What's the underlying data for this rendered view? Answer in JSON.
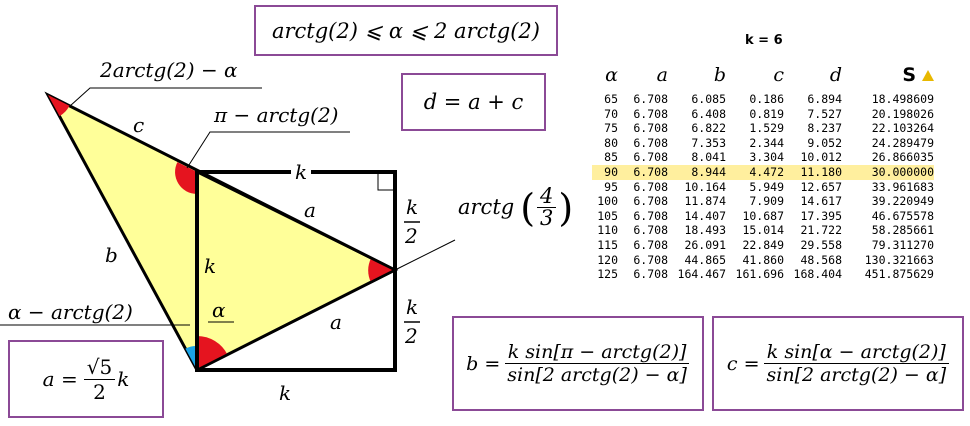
{
  "boxes": {
    "range": "arctg(2) ⩽ α ⩽ 2 arctg(2)",
    "d_eq": "d = a + c",
    "a_prefix": "a =",
    "a_num": "√5",
    "a_den": "2",
    "a_suffix": "k",
    "b_lhs": "b =",
    "b_num": "k sin[π − arctg(2)]",
    "b_den": "sin[2 arctg(2) − α]",
    "c_lhs": "c =",
    "c_num": "k sin[α − arctg(2)]",
    "c_den": "sin[2 arctg(2) − α]"
  },
  "labels": {
    "top_angle": "2arctg(2) − α",
    "pi_angle": "π − arctg(2)",
    "c": "c",
    "b": "b",
    "k_top": "k",
    "k_mid": "k",
    "k_bottom": "k",
    "a_upper": "a",
    "a_lower": "a",
    "half_k_num": "k",
    "half_k_den": "2",
    "half_k2_num": "k",
    "half_k2_den": "2",
    "alpha_angle": "α",
    "alpha_arctg": "α − arctg(2)",
    "arctg_prefix": "arctg",
    "arctg_num": "4",
    "arctg_den": "3"
  },
  "table": {
    "title": "k = 6",
    "headers": [
      "α",
      "a",
      "b",
      "c",
      "d",
      "S"
    ],
    "highlight_row": 5,
    "rows": [
      [
        "65",
        "6.708",
        "6.085",
        "0.186",
        "6.894",
        "18.498609"
      ],
      [
        "70",
        "6.708",
        "6.408",
        "0.819",
        "7.527",
        "20.198026"
      ],
      [
        "75",
        "6.708",
        "6.822",
        "1.529",
        "8.237",
        "22.103264"
      ],
      [
        "80",
        "6.708",
        "7.353",
        "2.344",
        "9.052",
        "24.289479"
      ],
      [
        "85",
        "6.708",
        "8.041",
        "3.304",
        "10.012",
        "26.866035"
      ],
      [
        "90",
        "6.708",
        "8.944",
        "4.472",
        "11.180",
        "30.000000"
      ],
      [
        "95",
        "6.708",
        "10.164",
        "5.949",
        "12.657",
        "33.961683"
      ],
      [
        "100",
        "6.708",
        "11.874",
        "7.909",
        "14.617",
        "39.220949"
      ],
      [
        "105",
        "6.708",
        "14.407",
        "10.687",
        "17.395",
        "46.675578"
      ],
      [
        "110",
        "6.708",
        "18.493",
        "15.014",
        "21.722",
        "58.285661"
      ],
      [
        "115",
        "6.708",
        "26.091",
        "22.849",
        "29.558",
        "79.311270"
      ],
      [
        "120",
        "6.708",
        "44.865",
        "41.860",
        "48.568",
        "130.321663"
      ],
      [
        "125",
        "6.708",
        "164.467",
        "161.696",
        "168.404",
        "451.875629"
      ]
    ]
  },
  "colors": {
    "triangle_fill": "#ffff99",
    "angle_red": "#e5141f",
    "angle_blue": "#1aa3e6",
    "box_border": "#8b4a96",
    "highlight": "#ffef9e",
    "warning_icon": "#e8b800"
  }
}
